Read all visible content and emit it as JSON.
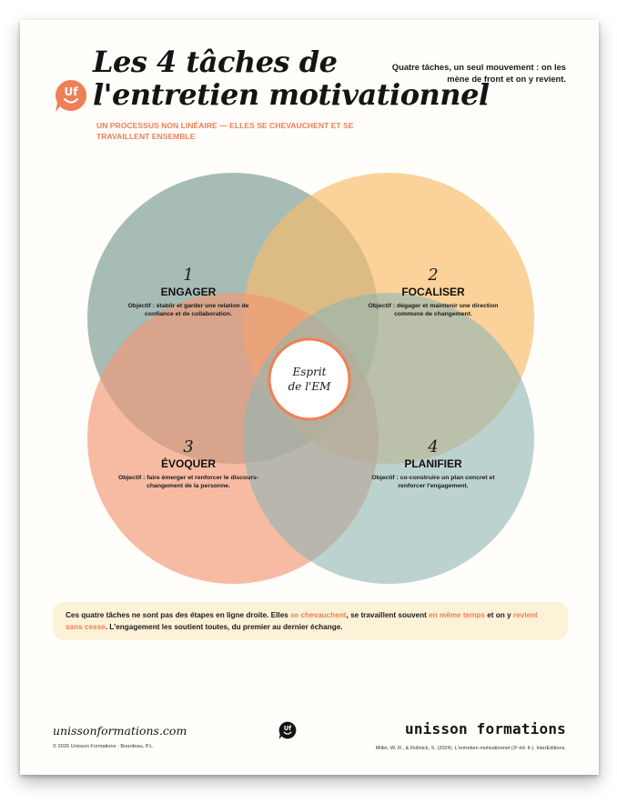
{
  "header": {
    "title_line1": "Les 4 tâches de",
    "title_line2": "l'entretien motivationnel",
    "subtitle": "UN PROCESSUS NON LINÉAIRE — ELLES SE CHEVAUCHENT ET SE TRAVAILLENT ENSEMBLE",
    "tagline": "Quatre tâches, un seul mouvement : on les mène de front et on y revient.",
    "logo_text": "Uf"
  },
  "tasks": [
    {
      "number": "1",
      "name": "ENGAGER",
      "objective": "Objectif : établir et garder une relation de confiance et de collaboration.",
      "objective_lines": [
        "Objectif : établir et garder une relation de",
        "confiance et de collaboration."
      ],
      "color": "#7d9e96"
    },
    {
      "number": "2",
      "name": "FOCALISER",
      "objective": "Objectif : dégager et maintenir une direction commune de changement.",
      "objective_lines": [
        "Objectif : dégager et maintenir une direction",
        "commune de changement."
      ],
      "color": "#f8be6f"
    },
    {
      "number": "3",
      "name": "ÉVOQUER",
      "objective": "Objectif : faire émerger et renforcer le discours-changement de la personne.",
      "objective_lines": [
        "Objectif : faire émerger et renforcer le discours-",
        "changement de la personne."
      ],
      "color": "#f39878"
    },
    {
      "number": "4",
      "name": "PLANIFIER",
      "objective": "Objectif : co-construire un plan concret et renforcer l'engagement.",
      "objective_lines": [
        "Objectif : co-construire un plan concret et",
        "renforcer l'engagement."
      ],
      "color": "#8fb5b5"
    }
  ],
  "center": {
    "line1": "Esprit",
    "line2": "de l'EM",
    "accent": "#ef7f55"
  },
  "note": {
    "part1": "Ces quatre tâches ne sont pas des étapes en ligne droite. Elles ",
    "hl1": "se chevauchent",
    "part2": ", se travaillent souvent ",
    "hl2": "en même temps",
    "part3": " et on y ",
    "hl3": "revient sans cesse",
    "part4": ". L'engagement les soutient toutes, du premier au dernier échange."
  },
  "footer": {
    "website": "unissonformations.com",
    "copyright": "© 2026 Unisson Formations · Bourdeau, P.L.",
    "brand": "unisson formations",
    "reference": "Miller, W. R., & Rollnick, S. (2024). L'entretien motivationnel (3ᵉ éd. fr.). InterEditions."
  }
}
